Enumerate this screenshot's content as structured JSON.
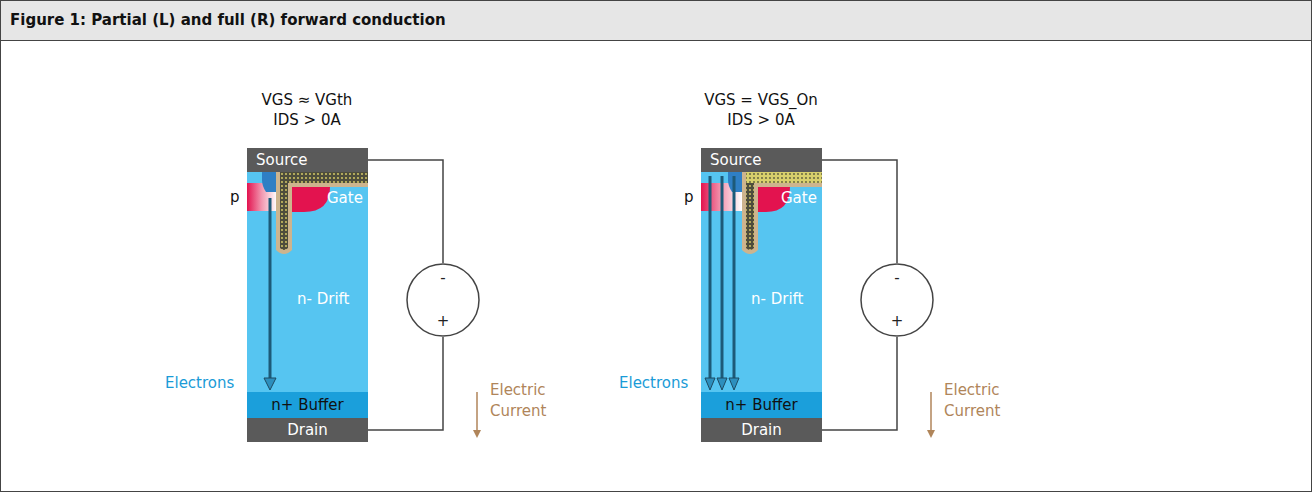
{
  "diagram": {
    "title": "Figure 1: Partial (L) and full (R) forward conduction",
    "nodes": [
      {
        "text": [
          "Source"
        ]
      },
      {
        "text": [
          "n- Drift"
        ]
      },
      {
        "text": [
          "n+ Buffer"
        ]
      },
      {
        "text": [
          "Drain"
        ]
      },
      {
        "text": [
          "-",
          "+"
        ]
      },
      {
        "text": [
          "Source"
        ]
      },
      {
        "text": [
          "n- Drift"
        ]
      },
      {
        "text": [
          "n+ Buffer"
        ]
      },
      {
        "text": [
          "Drain"
        ]
      },
      {
        "text": [
          "-",
          "+"
        ]
      }
    ],
    "edges": [
      {
        "from": 4,
        "to": 0,
        "arrow": "none"
      },
      {
        "from": 4,
        "to": 3,
        "arrow": "none"
      },
      {
        "from": 9,
        "to": 5,
        "arrow": "none"
      },
      {
        "from": 9,
        "to": 8,
        "arrow": "none"
      }
    ],
    "labels": [
      "VGS ≈ VGth",
      "IDS > 0A",
      "p",
      "Gate",
      "Electrons",
      "Electric Current",
      "VGS = VGS_On",
      "IDS > 0A",
      "p",
      "Gate",
      "Electrons",
      "Electric Current"
    ]
  }
}
